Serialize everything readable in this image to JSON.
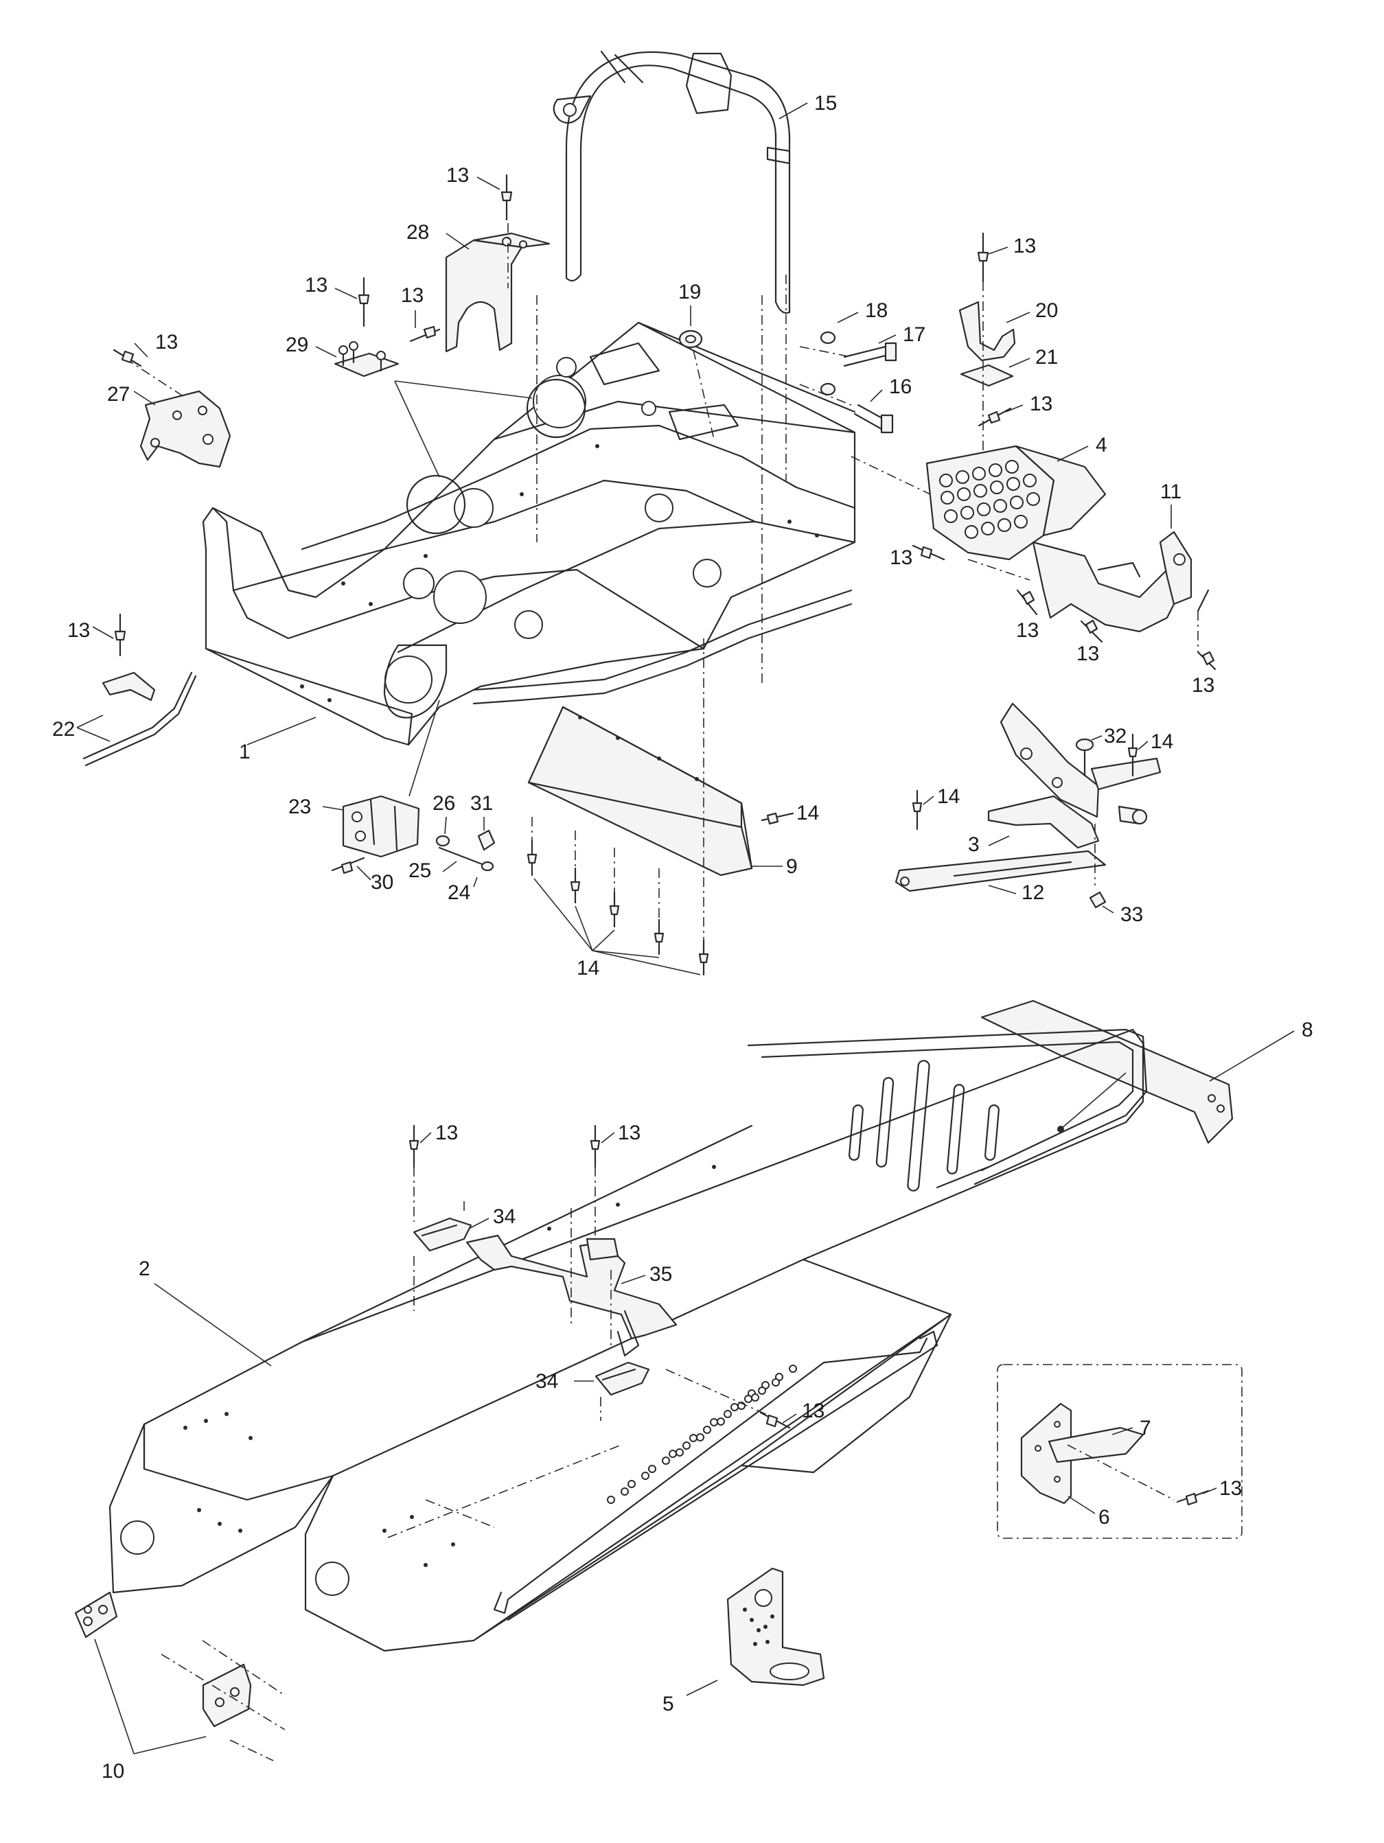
{
  "diagram": {
    "callouts": [
      {
        "id": "c15",
        "text": "15"
      },
      {
        "id": "c13a",
        "text": "13"
      },
      {
        "id": "c28",
        "text": "28"
      },
      {
        "id": "c13b",
        "text": "13"
      },
      {
        "id": "c13c",
        "text": "13"
      },
      {
        "id": "c29",
        "text": "29"
      },
      {
        "id": "c13d",
        "text": "13"
      },
      {
        "id": "c27",
        "text": "27"
      },
      {
        "id": "c19",
        "text": "19"
      },
      {
        "id": "c18",
        "text": "18"
      },
      {
        "id": "c17",
        "text": "17"
      },
      {
        "id": "c16",
        "text": "16"
      },
      {
        "id": "c13e",
        "text": "13"
      },
      {
        "id": "c20",
        "text": "20"
      },
      {
        "id": "c21",
        "text": "21"
      },
      {
        "id": "c13f",
        "text": "13"
      },
      {
        "id": "c4",
        "text": "4"
      },
      {
        "id": "c11",
        "text": "11"
      },
      {
        "id": "c13g",
        "text": "13"
      },
      {
        "id": "c13h",
        "text": "13"
      },
      {
        "id": "c13i",
        "text": "13"
      },
      {
        "id": "c13j",
        "text": "13"
      },
      {
        "id": "c13k",
        "text": "13"
      },
      {
        "id": "c22",
        "text": "22"
      },
      {
        "id": "c1",
        "text": "1"
      },
      {
        "id": "c23",
        "text": "23"
      },
      {
        "id": "c26",
        "text": "26"
      },
      {
        "id": "c31",
        "text": "31"
      },
      {
        "id": "c25",
        "text": "25"
      },
      {
        "id": "c30",
        "text": "30"
      },
      {
        "id": "c24",
        "text": "24"
      },
      {
        "id": "c14a",
        "text": "14"
      },
      {
        "id": "c9",
        "text": "9"
      },
      {
        "id": "c14b",
        "text": "14"
      },
      {
        "id": "c32",
        "text": "32"
      },
      {
        "id": "c14c",
        "text": "14"
      },
      {
        "id": "c14d",
        "text": "14"
      },
      {
        "id": "c3",
        "text": "3"
      },
      {
        "id": "c12",
        "text": "12"
      },
      {
        "id": "c33",
        "text": "33"
      },
      {
        "id": "c8",
        "text": "8"
      },
      {
        "id": "c13l",
        "text": "13"
      },
      {
        "id": "c13m",
        "text": "13"
      },
      {
        "id": "c34a",
        "text": "34"
      },
      {
        "id": "c35",
        "text": "35"
      },
      {
        "id": "c2",
        "text": "2"
      },
      {
        "id": "c34b",
        "text": "34"
      },
      {
        "id": "c7",
        "text": "7"
      },
      {
        "id": "c13n",
        "text": "13"
      },
      {
        "id": "c6",
        "text": "6"
      },
      {
        "id": "c13o",
        "text": "13"
      },
      {
        "id": "c5",
        "text": "5"
      },
      {
        "id": "c10",
        "text": "10"
      }
    ]
  }
}
